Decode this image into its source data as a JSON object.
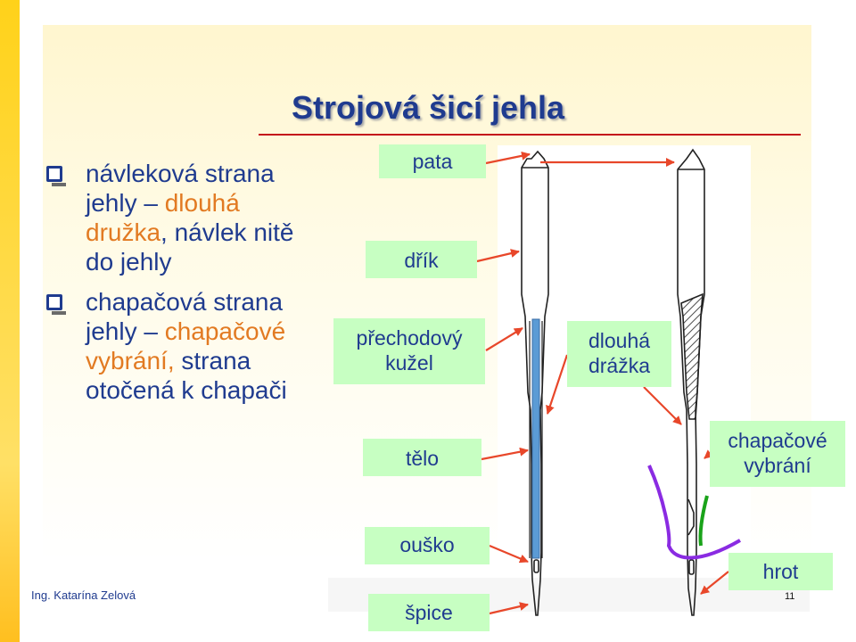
{
  "slide": {
    "title": "Strojová šicí jehla",
    "author": "Ing. Katarína Zelová",
    "page_number": "11"
  },
  "bullets": [
    {
      "lines": [
        [
          {
            "text": "návleková strana",
            "hl": false
          }
        ],
        [
          {
            "text": "jehly – ",
            "hl": false
          },
          {
            "text": "dlouhá",
            "hl": true
          }
        ],
        [
          {
            "text": "družka",
            "hl": true
          },
          {
            "text": ", návlek nitě",
            "hl": false
          }
        ],
        [
          {
            "text": "do jehly",
            "hl": false
          }
        ]
      ]
    },
    {
      "lines": [
        [
          {
            "text": "chapačová strana",
            "hl": false
          }
        ],
        [
          {
            "text": "jehly – ",
            "hl": false
          },
          {
            "text": "chapačové",
            "hl": true
          }
        ],
        [
          {
            "text": "vybrání,",
            "hl": true
          },
          {
            "text": " strana",
            "hl": false
          }
        ],
        [
          {
            "text": "otočená k chapači",
            "hl": false
          }
        ]
      ]
    }
  ],
  "labels": {
    "pata": "pata",
    "drik": "dřík",
    "prechodovy_line1": "přechodový",
    "prechodovy_line2": "kužel",
    "telo": "tělo",
    "drazka_line1": "dlouhá",
    "drazka_line2": "drážka",
    "chapacove_line1": "chapačové",
    "chapacove_line2": "vybrání",
    "ousko": "ouško",
    "hrot": "hrot",
    "spice": "špice"
  },
  "colors": {
    "title": "#1f3b8f",
    "text": "#1f3b8f",
    "highlight": "#e27a22",
    "label_bg": "#c7ffc2",
    "arrow": "#e8472a",
    "groove": "#5b9bd5",
    "thread_purple": "#8a2be2",
    "thread_green": "#1aa31a"
  }
}
